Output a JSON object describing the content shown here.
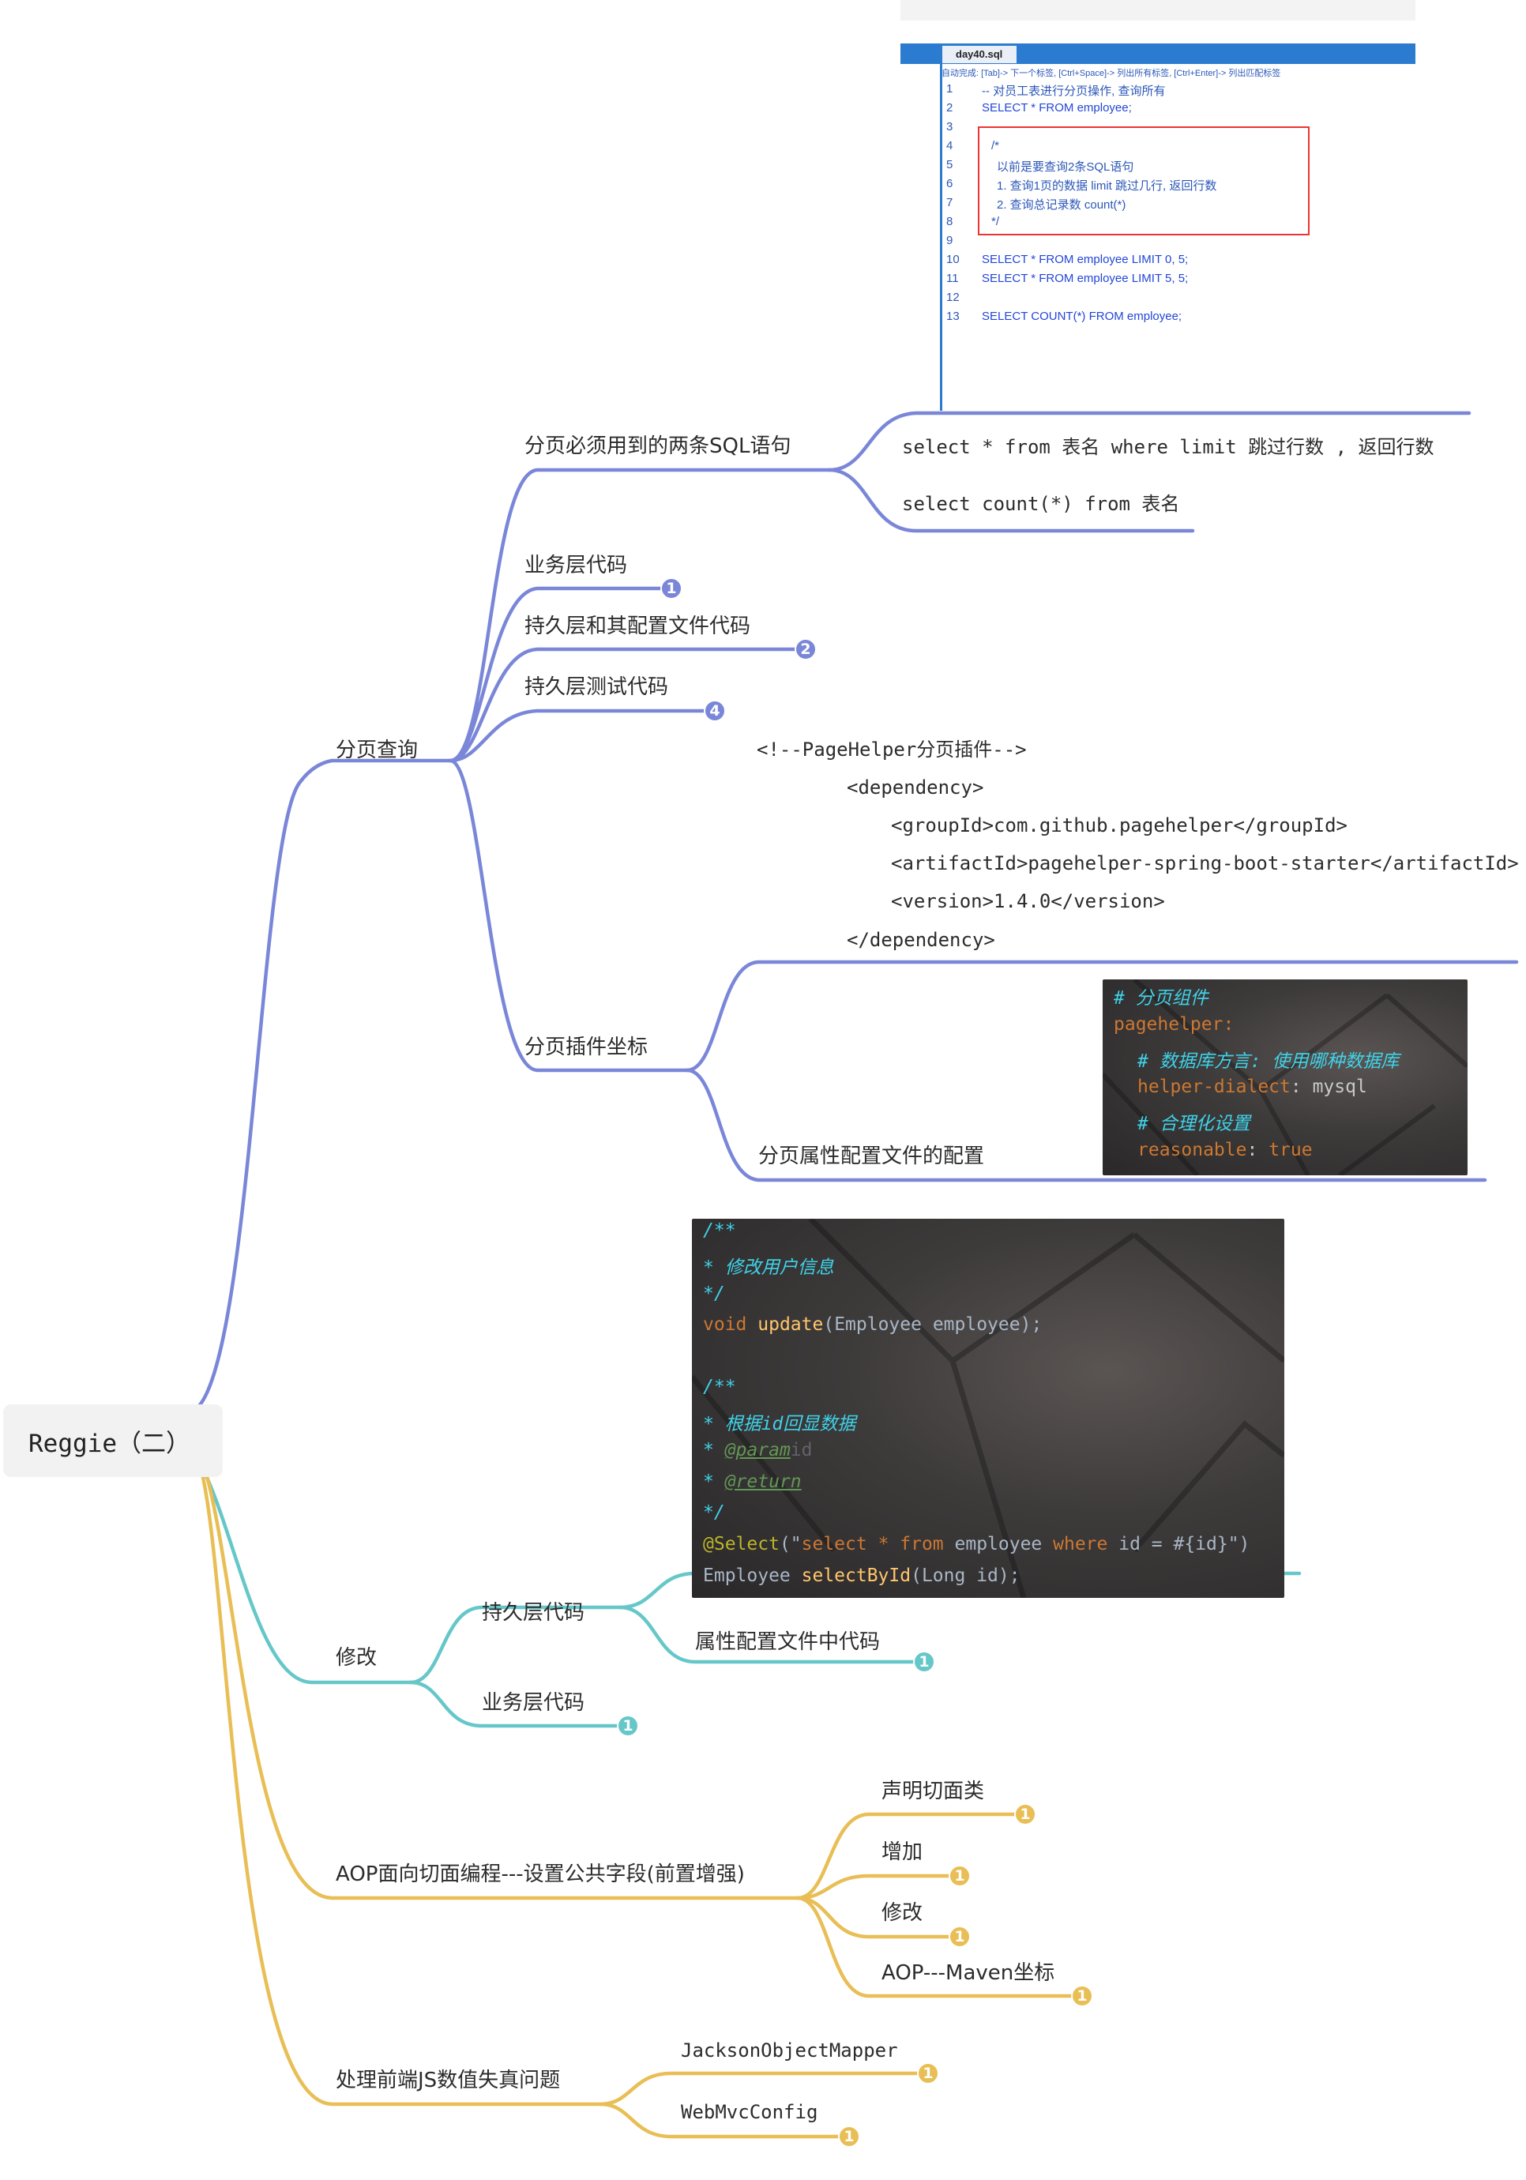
{
  "root": {
    "label": "Reggie（二）"
  },
  "colors": {
    "blue": "#7a86d8",
    "teal": "#66c7c9",
    "gold": "#e8be55"
  },
  "pagination": {
    "label": "分页查询",
    "sql_two": "分页必须用到的两条SQL语句",
    "sql_limit": "select * from 表名 where limit 跳过行数 , 返回行数",
    "sql_count": "select count(*) from 表名",
    "service_code": "业务层代码",
    "service_badge": "1",
    "mapper_config": "持久层和其配置文件代码",
    "mapper_config_badge": "2",
    "mapper_test": "持久层测试代码",
    "mapper_test_badge": "4",
    "plugin_coord": "分页插件坐标",
    "pom": [
      "<!--PageHelper分页插件-->",
      "<dependency>",
      "<groupId>com.github.pagehelper</groupId>",
      "<artifactId>pagehelper-spring-boot-starter</artifactId>",
      "<version>1.4.0</version>",
      "</dependency>"
    ],
    "prop_config": "分页属性配置文件的配置"
  },
  "sql_editor": {
    "tab": "day40.sql",
    "hint": "自动完成: [Tab]-> 下一个标签, [Ctrl+Space]-> 列出所有标签, [Ctrl+Enter]-> 列出匹配标签",
    "lines": [
      {
        "n": "1",
        "text": "-- 对员工表进行分页操作, 查询所有"
      },
      {
        "n": "2",
        "text": "SELECT * FROM employee;"
      },
      {
        "n": "3",
        "text": ""
      },
      {
        "n": "4",
        "text": "/*"
      },
      {
        "n": "5",
        "text": "以前是要查询2条SQL语句"
      },
      {
        "n": "6",
        "text": "1. 查询1页的数据 limit 跳过几行, 返回行数"
      },
      {
        "n": "7",
        "text": "2. 查询总记录数 count(*)"
      },
      {
        "n": "8",
        "text": "*/"
      },
      {
        "n": "9",
        "text": ""
      },
      {
        "n": "10",
        "text": "SELECT * FROM employee LIMIT 0, 5;"
      },
      {
        "n": "11",
        "text": "SELECT * FROM employee LIMIT 5, 5;"
      },
      {
        "n": "12",
        "text": ""
      },
      {
        "n": "13",
        "text": "SELECT COUNT(*) FROM employee;"
      }
    ]
  },
  "yaml_panel": {
    "l1": "# 分页组件",
    "l2": "pagehelper:",
    "l3": "# 数据库方言: 使用哪种数据库",
    "l4k": "helper-dialect",
    "l4v": "mysql",
    "l5": "# 合理化设置",
    "l6k": "reasonable",
    "l6v": "true"
  },
  "java_panel": {
    "l1": "/**",
    "l2": " * 修改用户信息",
    "l3": " */",
    "l4a": "void ",
    "l4b": "update",
    "l4c": "(Employee employee);",
    "l6": "/**",
    "l7": " * 根据id回显数据",
    "l8": "@param",
    "l8b": "id",
    "l9": "@return",
    "l10": " */",
    "l11a": "@Select",
    "l11b": "(\"",
    "l11c": "select * from",
    "l11d": " employee ",
    "l11e": "where",
    "l11f": " id = #{id}\")",
    "l12a": "Employee ",
    "l12b": "selectById",
    "l12c": "(Long id);"
  },
  "modify": {
    "label": "修改",
    "mapper_code": "持久层代码",
    "prop_code": "属性配置文件中代码",
    "prop_badge": "1",
    "service_code": "业务层代码",
    "service_badge": "1"
  },
  "aop": {
    "label": "AOP面向切面编程---设置公共字段(前置增强)",
    "items": [
      {
        "label": "声明切面类",
        "badge": "1"
      },
      {
        "label": "增加",
        "badge": "1"
      },
      {
        "label": "修改",
        "badge": "1"
      },
      {
        "label": "AOP---Maven坐标",
        "badge": "1"
      }
    ]
  },
  "js": {
    "label": "处理前端JS数值失真问题",
    "items": [
      {
        "label": "JacksonObjectMapper",
        "badge": "1"
      },
      {
        "label": "WebMvcConfig",
        "badge": "1"
      }
    ]
  }
}
